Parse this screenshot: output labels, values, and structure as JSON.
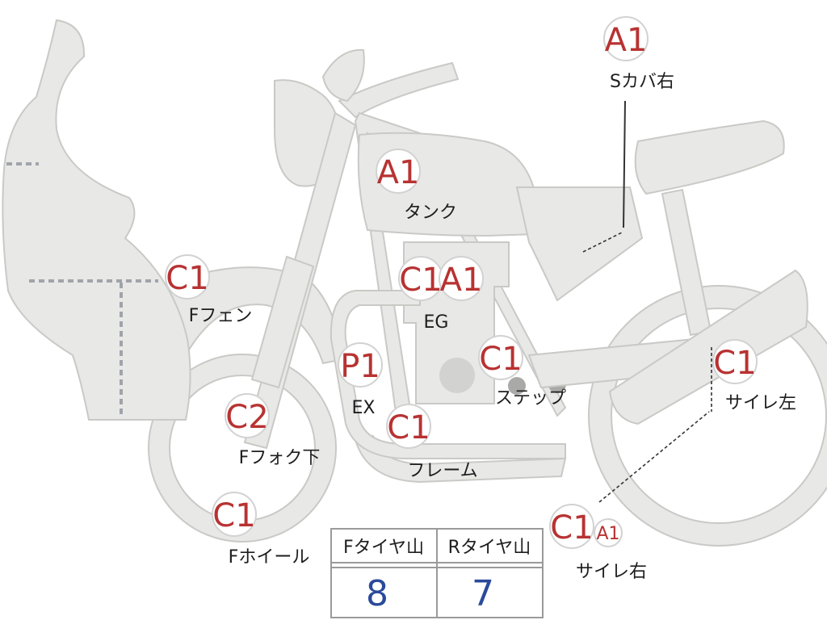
{
  "colors": {
    "grade_text": "#b83232",
    "label_text": "#1e1e1e",
    "body_fill": "#e8e8e6",
    "value_text": "#2a4a9a"
  },
  "parts": [
    {
      "grade": "A1",
      "label": "Sカバ右"
    },
    {
      "grade": "A1",
      "label": "タンク"
    },
    {
      "grade": "C1",
      "label": "Fフェン"
    },
    {
      "grade": "C1",
      "grade2": "A1",
      "label": "EG"
    },
    {
      "grade": "C1",
      "label": "ステップ"
    },
    {
      "grade": "P1",
      "label": "EX"
    },
    {
      "grade": "C1",
      "label": "サイレ左"
    },
    {
      "grade": "C2",
      "label": "Fフォク下"
    },
    {
      "grade": "C1",
      "label": "フレーム"
    },
    {
      "grade": "C1",
      "label": "Fホイール"
    },
    {
      "grade": "C1",
      "grade_small": "A1",
      "label": "サイレ右"
    }
  ],
  "tire_table": {
    "headers": [
      "Fタイヤ山",
      "Rタイヤ山"
    ],
    "values": [
      "8",
      "7"
    ]
  }
}
